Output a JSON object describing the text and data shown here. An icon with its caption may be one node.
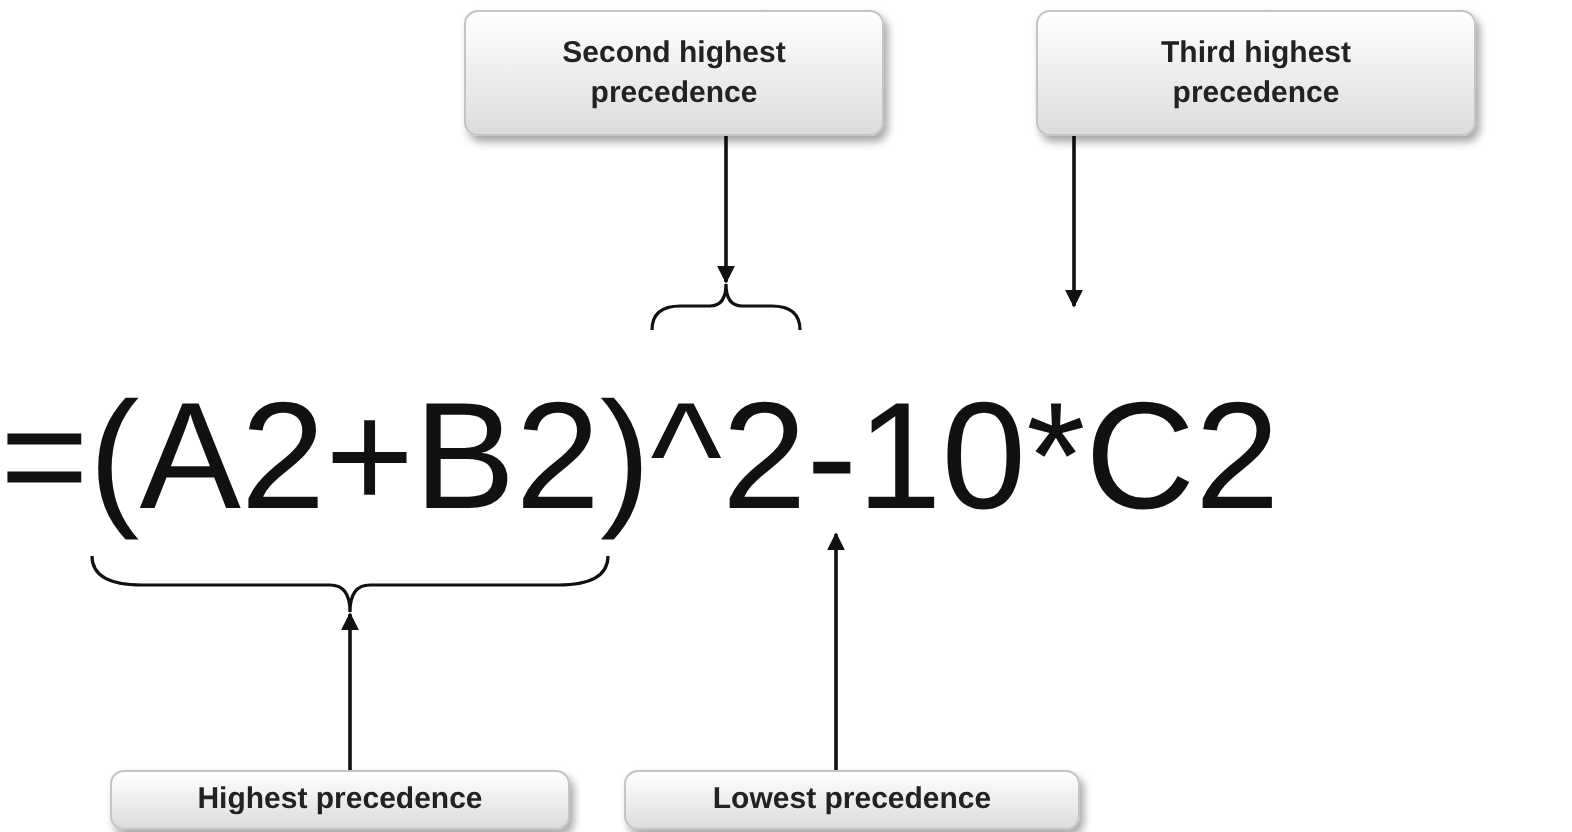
{
  "diagram": {
    "nodes": [
      {
        "text": [
          "Second highest precedence"
        ]
      },
      {
        "text": [
          "Third highest precedence"
        ]
      },
      {
        "text": [],
        "shape": "brace"
      },
      {
        "text": [
          "=(A2+B2)^2-10*C2"
        ]
      },
      {
        "text": [],
        "shape": "brace"
      },
      {
        "text": [
          "Highest precedence"
        ]
      },
      {
        "text": [
          "Lowest precedence"
        ]
      }
    ],
    "edges": [
      {
        "from": 0,
        "to": 2,
        "arrow": "to"
      },
      {
        "from": 1,
        "to": 3,
        "arrow": "to"
      },
      {
        "from": 5,
        "to": 4,
        "arrow": "to"
      },
      {
        "from": 6,
        "to": 3,
        "arrow": "to"
      }
    ]
  }
}
